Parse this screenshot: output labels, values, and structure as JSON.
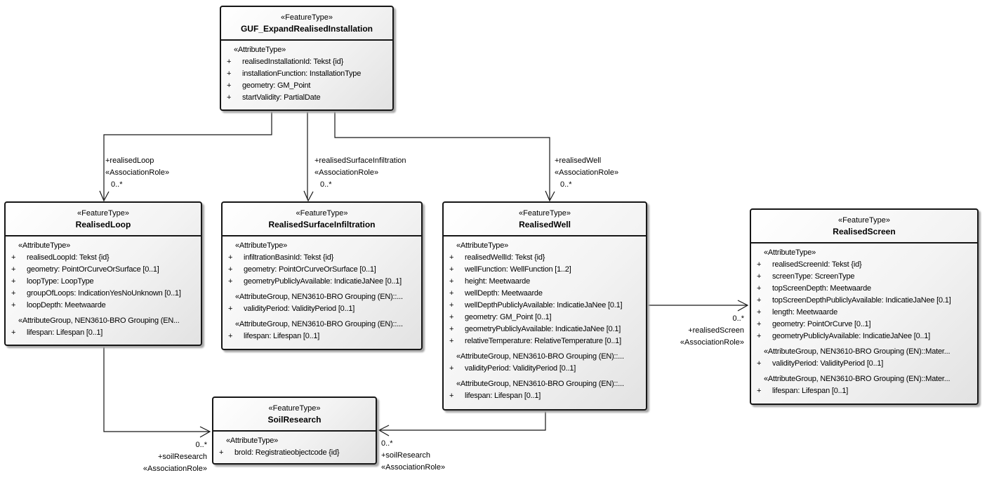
{
  "boxes": {
    "guf": {
      "stereotype": "«FeatureType»",
      "title": "GUF_ExpandRealisedInstallation",
      "sections": [
        {
          "header": "«AttributeType»",
          "attrs": [
            {
              "vis": "+",
              "text": "realisedInstallationId: Tekst {id}"
            },
            {
              "vis": "+",
              "text": "installationFunction: InstallationType"
            },
            {
              "vis": "+",
              "text": "geometry: GM_Point"
            },
            {
              "vis": "+",
              "text": "startValidity: PartialDate"
            }
          ]
        }
      ]
    },
    "loop": {
      "stereotype": "«FeatureType»",
      "title": "RealisedLoop",
      "sections": [
        {
          "header": "«AttributeType»",
          "attrs": [
            {
              "vis": "+",
              "text": "realisedLoopId: Tekst {id}"
            },
            {
              "vis": "+",
              "text": "geometry: PointOrCurveOrSurface [0..1]"
            },
            {
              "vis": "+",
              "text": "loopType: LoopType"
            },
            {
              "vis": "+",
              "text": "groupOfLoops: IndicationYesNoUnknown [0..1]"
            },
            {
              "vis": "+",
              "text": "loopDepth: Meetwaarde"
            }
          ]
        },
        {
          "header": "«AttributeGroup, NEN3610-BRO Grouping (EN...",
          "attrs": [
            {
              "vis": "+",
              "text": "lifespan: Lifespan [0..1]"
            }
          ]
        }
      ]
    },
    "surface": {
      "stereotype": "«FeatureType»",
      "title": "RealisedSurfaceInfiltration",
      "sections": [
        {
          "header": "«AttributeType»",
          "attrs": [
            {
              "vis": "+",
              "text": "infiltrationBasinId: Tekst {id}"
            },
            {
              "vis": "+",
              "text": "geometry: PointOrCurveOrSurface [0..1]"
            },
            {
              "vis": "+",
              "text": "geometryPubliclyAvailable: IndicatieJaNee [0..1]"
            }
          ]
        },
        {
          "header": "«AttributeGroup, NEN3610-BRO Grouping (EN)::...",
          "attrs": [
            {
              "vis": "+",
              "text": "validityPeriod: ValidityPeriod [0..1]"
            }
          ]
        },
        {
          "header": "«AttributeGroup, NEN3610-BRO Grouping (EN)::...",
          "attrs": [
            {
              "vis": "+",
              "text": "lifespan: Lifespan [0..1]"
            }
          ]
        }
      ]
    },
    "well": {
      "stereotype": "«FeatureType»",
      "title": "RealisedWell",
      "sections": [
        {
          "header": "«AttributeType»",
          "attrs": [
            {
              "vis": "+",
              "text": "realisedWellId: Tekst {id}"
            },
            {
              "vis": "+",
              "text": "wellFunction: WellFunction [1..2]"
            },
            {
              "vis": "+",
              "text": "height: Meetwaarde"
            },
            {
              "vis": "+",
              "text": "wellDepth: Meetwaarde"
            },
            {
              "vis": "+",
              "text": "wellDepthPubliclyAvailable: IndicatieJaNee [0.1]"
            },
            {
              "vis": "+",
              "text": "geometry: GM_Point [0..1]"
            },
            {
              "vis": "+",
              "text": "geometryPubliclyAvailable: IndicatieJaNee [0.1]"
            },
            {
              "vis": "+",
              "text": "relativeTemperature: RelativeTemperature [0..1]"
            }
          ]
        },
        {
          "header": "«AttributeGroup, NEN3610-BRO Grouping (EN)::...",
          "attrs": [
            {
              "vis": "+",
              "text": "validityPeriod: ValidityPeriod [0..1]"
            }
          ]
        },
        {
          "header": "«AttributeGroup, NEN3610-BRO Grouping (EN)::...",
          "attrs": [
            {
              "vis": "+",
              "text": "lifespan: Lifespan [0..1]"
            }
          ]
        }
      ]
    },
    "screen": {
      "stereotype": "«FeatureType»",
      "title": "RealisedScreen",
      "sections": [
        {
          "header": "«AttributeType»",
          "attrs": [
            {
              "vis": "+",
              "text": "realisedScreenId: Tekst {id}"
            },
            {
              "vis": "+",
              "text": "screenType: ScreenType"
            },
            {
              "vis": "+",
              "text": "topScreenDepth: Meetwaarde"
            },
            {
              "vis": "+",
              "text": "topScreenDepthPubliclyAvailable: IndicatieJaNee [0.1]"
            },
            {
              "vis": "+",
              "text": "length: Meetwaarde"
            },
            {
              "vis": "+",
              "text": "geometry: PointOrCurve [0..1]"
            },
            {
              "vis": "+",
              "text": "geometryPubliclyAvailable: IndicatieJaNee [0..1]"
            }
          ]
        },
        {
          "header": "«AttributeGroup, NEN3610-BRO Grouping (EN)::Mater...",
          "attrs": [
            {
              "vis": "+",
              "text": "validityPeriod: ValidityPeriod [0..1]"
            }
          ]
        },
        {
          "header": "«AttributeGroup, NEN3610-BRO Grouping (EN)::Mater...",
          "attrs": [
            {
              "vis": "+",
              "text": "lifespan: Lifespan [0..1]"
            }
          ]
        }
      ]
    },
    "soil": {
      "stereotype": "«FeatureType»",
      "title": "SoilResearch",
      "sections": [
        {
          "header": "«AttributeType»",
          "attrs": [
            {
              "vis": "+",
              "text": "broId: Registratieobjectcode {id}"
            }
          ]
        }
      ]
    }
  },
  "connector_labels": {
    "loop": {
      "role": "+realisedLoop",
      "stereo": "«AssociationRole»",
      "mult": "0..*"
    },
    "surface": {
      "role": "+realisedSurfaceInfiltration",
      "stereo": "«AssociationRole»",
      "mult": "0..*"
    },
    "well": {
      "role": "+realisedWell",
      "stereo": "«AssociationRole»",
      "mult": "0..*"
    },
    "screen": {
      "mult": "0..*",
      "role": "+realisedScreen",
      "stereo": "«AssociationRole»"
    },
    "soil_left": {
      "mult": "0..*",
      "role": "+soilResearch",
      "stereo": "«AssociationRole»"
    },
    "soil_right": {
      "mult": "0..*",
      "role": "+soilResearch",
      "stereo": "«AssociationRole»"
    }
  },
  "colors": {
    "line": "#161616",
    "box_fill_light": "#ffffff",
    "box_fill_dark": "#e2e2e2",
    "shadow": "#a9a9a9"
  }
}
